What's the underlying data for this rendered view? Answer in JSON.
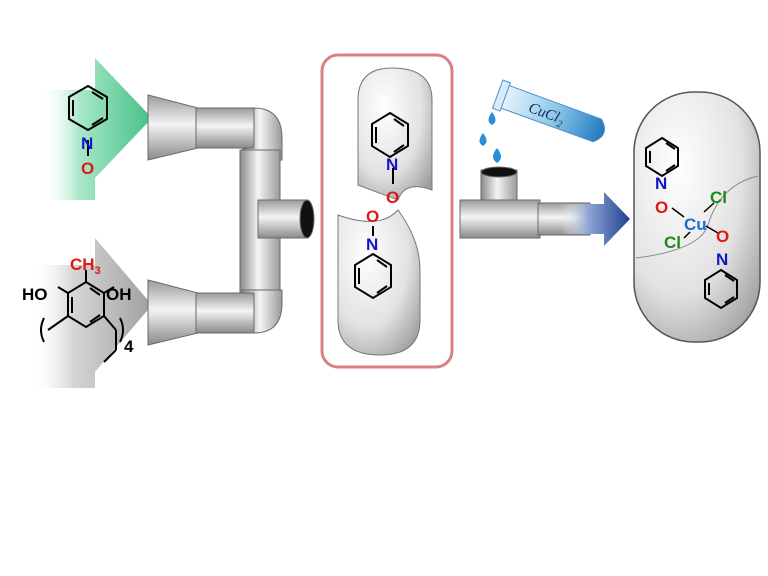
{
  "pyridine_n_oxide": {
    "n": "N",
    "o": "O"
  },
  "calixarene": {
    "ch3": "CH",
    "ch3_sub": "3",
    "ho": "HO",
    "oh": "OH",
    "repeat": "4"
  },
  "capsule_ligands": {
    "top_n": "N",
    "top_o": "O",
    "bottom_o": "O",
    "bottom_n": "N"
  },
  "test_tube": {
    "label": "CuCl",
    "label_sub": "2"
  },
  "product": {
    "cu": "Cu",
    "cl_top": "Cl",
    "cl_bottom": "Cl",
    "n_top": "N",
    "o_top": "O",
    "o_bottom": "O",
    "n_bottom": "N"
  },
  "colors": {
    "nitrogen": "#1515c8",
    "oxygen": "#e01818",
    "chlorine": "#1a8a1a",
    "copper": "#1a6fd0",
    "methyl": "#e01818",
    "frame": "#d98080",
    "arrow": "#2a4a9a",
    "green_cone": "#7ed8a8",
    "gray_cone": "#bdbdbd"
  }
}
